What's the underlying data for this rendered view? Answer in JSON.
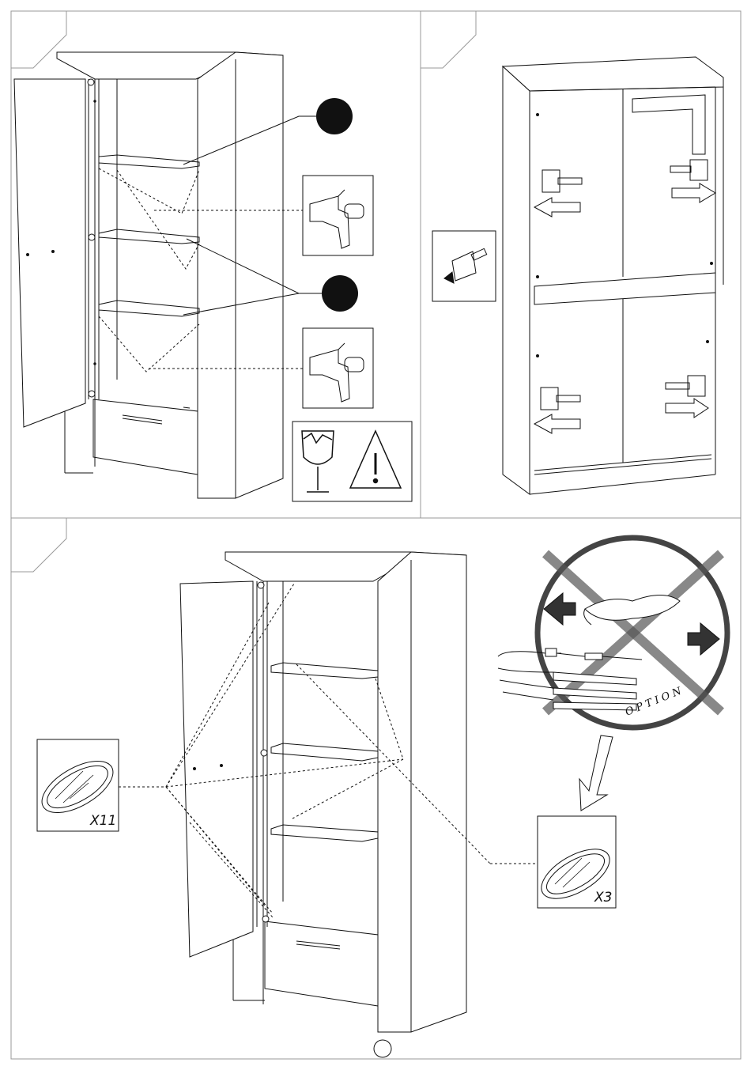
{
  "panels": [
    {
      "id": "top-left"
    },
    {
      "id": "top-right"
    },
    {
      "id": "bottom"
    }
  ],
  "labels": {
    "glass_small_qty": "X11",
    "glass_large_qty": "X3",
    "option_text": "OPTION"
  },
  "icons": [
    "fragile-glass-icon",
    "warning-triangle-icon",
    "shelf-support-pin-icon",
    "wall-anchor-bracket-icon",
    "led-light-kit-icon",
    "glass-pane-icon"
  ],
  "colors": {
    "line": "#111111",
    "frame": "#999999",
    "fill_dot": "#111111",
    "hatch": "#555555"
  }
}
